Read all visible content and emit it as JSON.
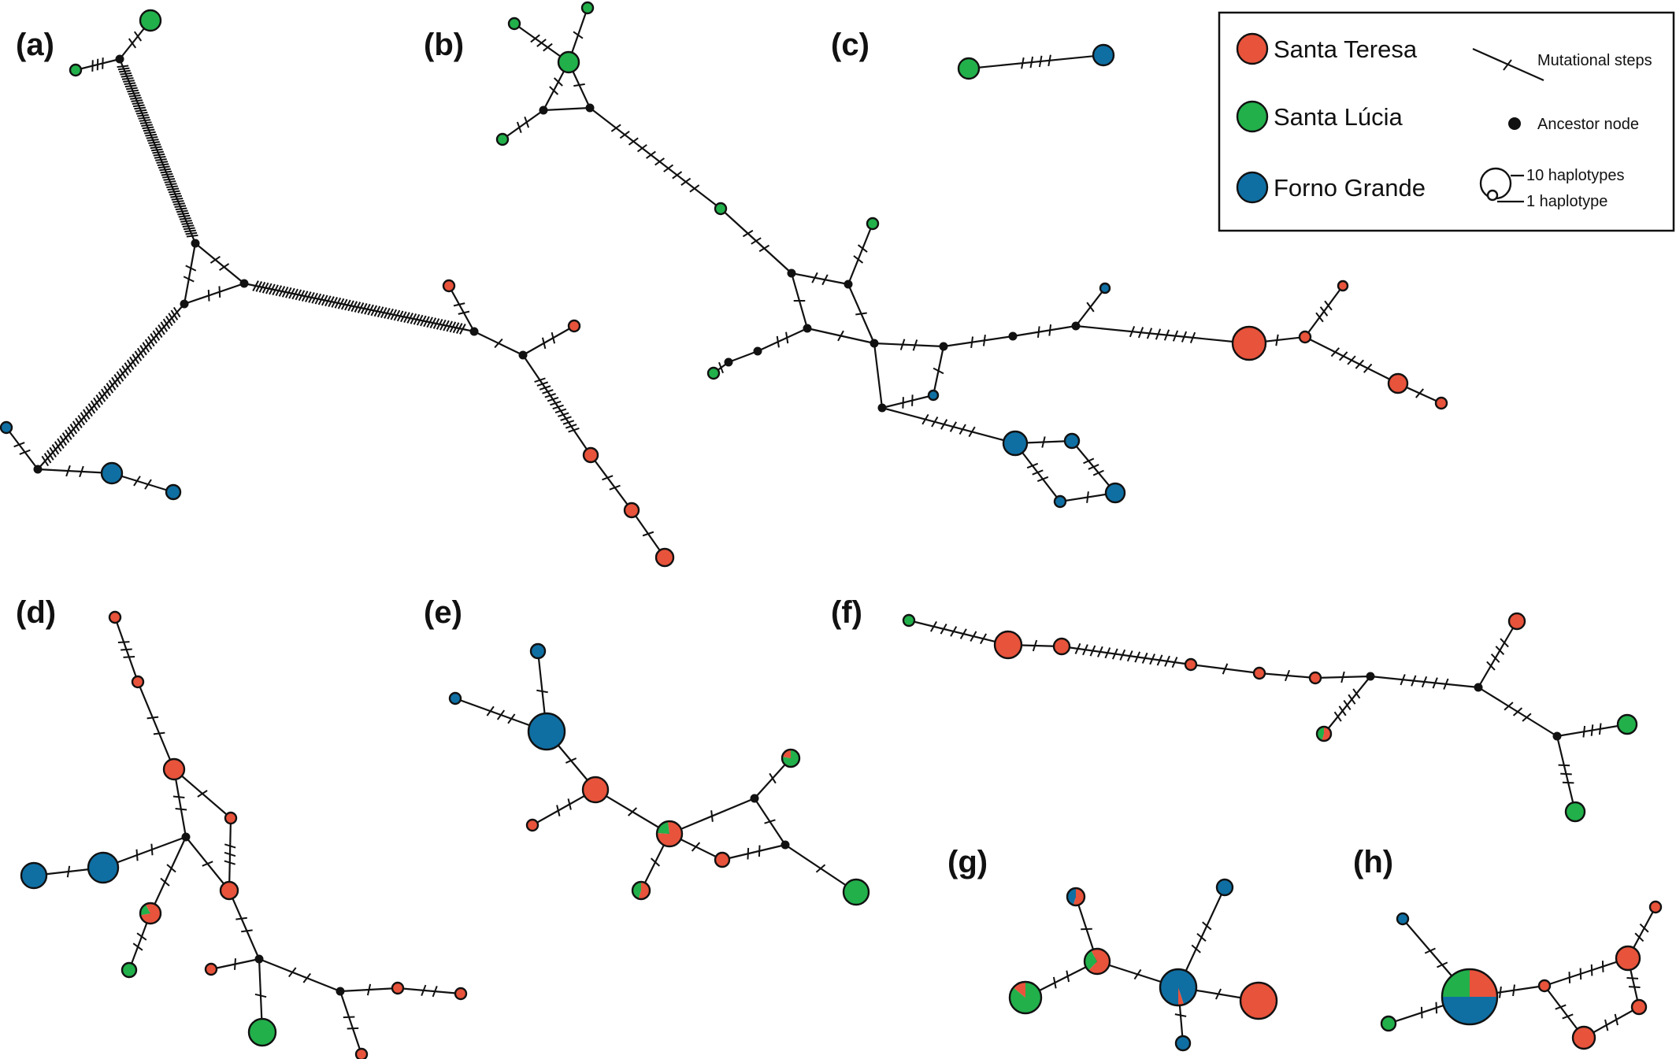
{
  "figure": {
    "panel_labels": [
      "(a)",
      "(b)",
      "(c)",
      "(d)",
      "(e)",
      "(f)",
      "(g)",
      "(h)"
    ],
    "legend": {
      "populations": [
        {
          "label": "Santa Teresa",
          "color": "#e8533b"
        },
        {
          "label": "Santa Lúcia",
          "color": "#22b04b"
        },
        {
          "label": "Forno Grande",
          "color": "#0f6fa3"
        }
      ],
      "mutational_steps_label": "Mutational steps",
      "ancestor_node_label": "Ancestor node",
      "size_10_label": "10 haplotypes",
      "size_1_label": "1 haplotype"
    },
    "colors": {
      "santa_teresa": "#e8533b",
      "santa_lucia": "#22b04b",
      "forno_grande": "#0f6fa3",
      "ancestor": "#111111",
      "line": "#111111"
    }
  }
}
